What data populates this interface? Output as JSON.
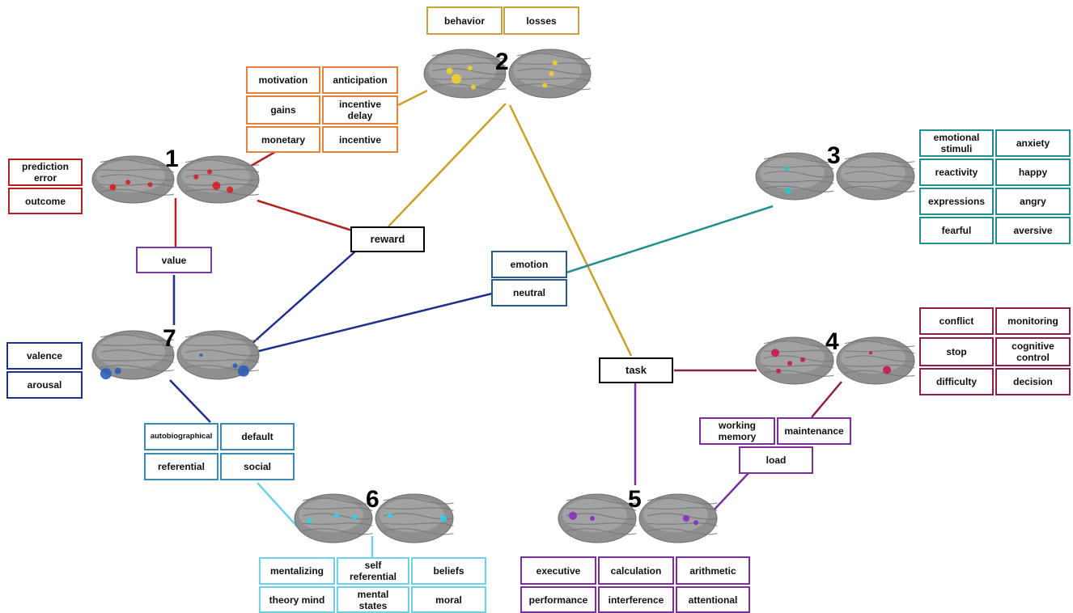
{
  "colors": {
    "c1": "#b22222",
    "c2": "#c9a227",
    "c2box": "#c8a040",
    "c3": "#20908e",
    "c4": "#8e1f4a",
    "c5": "#7a2f9a",
    "c6": "#6fd0ea",
    "c7": "#1f2f8c",
    "c7box": "#3a4a9c",
    "reward_orange": "#e8823a",
    "c6box": "#3a8ab8",
    "hub": "#000000",
    "cortex": "#8e8e8e"
  },
  "clusters": [
    {
      "id": "1",
      "label": "1",
      "color": "#d42020"
    },
    {
      "id": "2",
      "label": "2",
      "color": "#f2d02a"
    },
    {
      "id": "3",
      "label": "3",
      "color": "#2bc4c4"
    },
    {
      "id": "4",
      "label": "4",
      "color": "#c8175a"
    },
    {
      "id": "5",
      "label": "5",
      "color": "#8a2fc0"
    },
    {
      "id": "6",
      "label": "6",
      "color": "#27d3f5"
    },
    {
      "id": "7",
      "label": "7",
      "color": "#2a5db8"
    }
  ],
  "hubs": {
    "reward": "reward",
    "task": "task",
    "emotion": "emotion",
    "neutral": "neutral",
    "value": "value"
  },
  "terms": {
    "behavior": "behavior",
    "losses": "losses",
    "motivation": "motivation",
    "anticipation": "anticipation",
    "gains": "gains",
    "incentive_delay": "incentive\ndelay",
    "monetary": "monetary",
    "incentive": "incentive",
    "prediction_error": "prediction\nerror",
    "outcome": "outcome",
    "emotional_stimuli": "emotional\nstimuli",
    "anxiety": "anxiety",
    "reactivity": "reactivity",
    "happy": "happy",
    "expressions": "expressions",
    "angry": "angry",
    "fearful": "fearful",
    "aversive": "aversive",
    "conflict": "conflict",
    "monitoring": "monitoring",
    "stop": "stop",
    "cognitive_control": "cognitive\ncontrol",
    "difficulty": "difficulty",
    "decision": "decision",
    "working_memory": "working\nmemory",
    "maintenance": "maintenance",
    "load": "load",
    "executive": "executive",
    "calculation": "calculation",
    "arithmetic": "arithmetic",
    "performance": "performance",
    "interference": "interference",
    "attentional": "attentional",
    "mentalizing": "mentalizing",
    "self_referential": "self\nreferential",
    "beliefs": "beliefs",
    "theory_mind": "theory mind",
    "mental_states": "mental\nstates",
    "moral": "moral",
    "autobiographical": "autobiographical",
    "default": "default",
    "referential": "referential",
    "social": "social",
    "valence": "valence",
    "arousal": "arousal"
  }
}
